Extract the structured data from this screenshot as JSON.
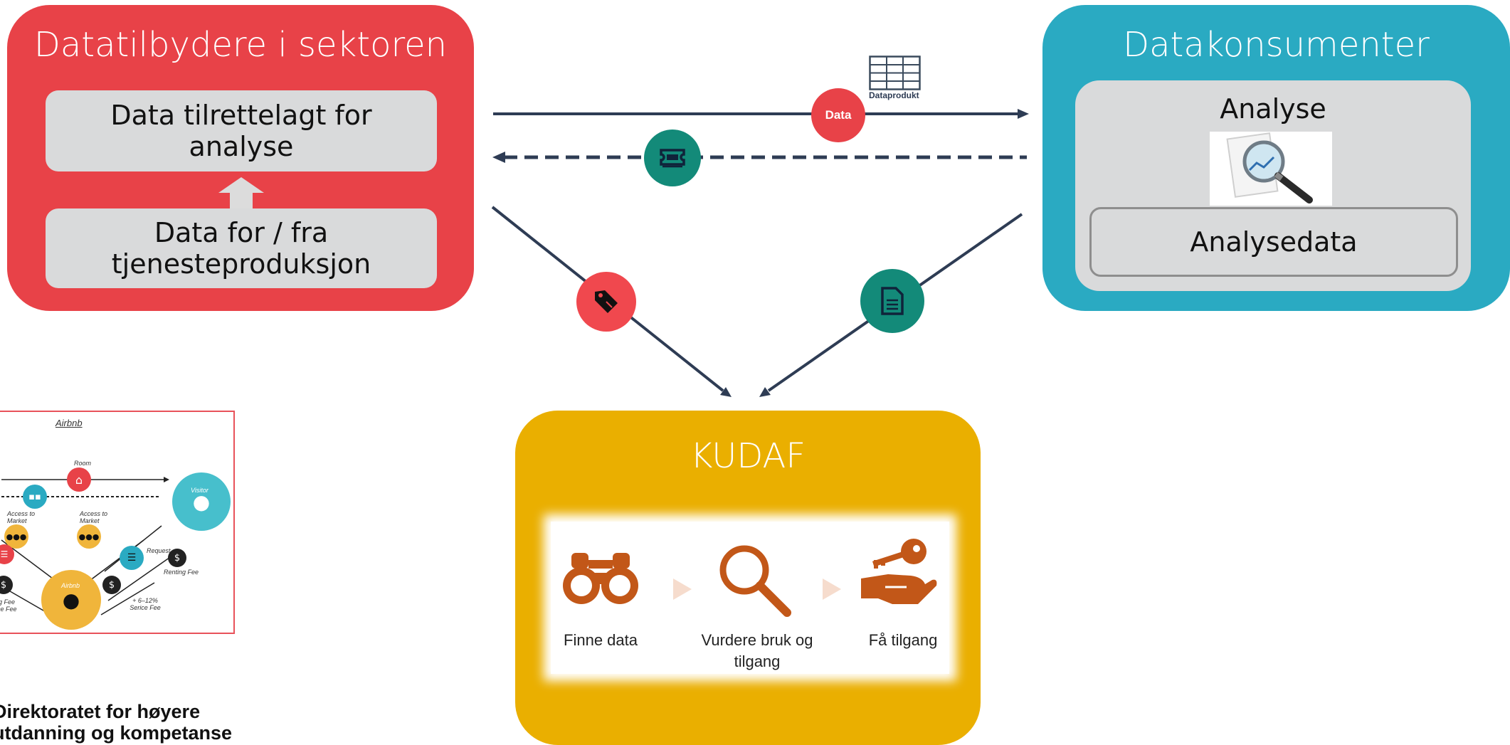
{
  "colors": {
    "red": "#e84248",
    "teal": "#2aaac2",
    "gold": "#eaaf00",
    "navy": "#2e3c54",
    "green": "#138a79",
    "orange": "#c25718"
  },
  "providers": {
    "title": "Datatilbydere i sektoren",
    "box_top": "Data tilrettelagt for analyse",
    "box_bottom": "Data for / fra tjenesteproduksjon"
  },
  "consumers": {
    "title": "Datakonsumenter",
    "analyse_label": "Analyse",
    "analysedata_label": "Analysedata"
  },
  "flows": {
    "data_badge": "Data",
    "dataprodukt_label": "Dataprodukt",
    "icons": [
      "table-icon",
      "ticket-icon",
      "price-tag-icon",
      "document-icon"
    ]
  },
  "kudaf": {
    "title": "KUDAF",
    "steps": [
      {
        "label": "Finne data",
        "icon": "binoculars-icon"
      },
      {
        "label": "Vurdere bruk og tilgang",
        "icon": "magnifier-icon"
      },
      {
        "label": "Få tilgang",
        "icon": "hand-key-icon"
      }
    ]
  },
  "airbnb": {
    "title": "Airbnb",
    "labels": [
      "Room",
      "Visitor",
      "Access to Market",
      "Access to Market",
      "Request",
      "Renting Fee",
      "Airbnb",
      "+ 6–12% Serice Fee",
      "g Fee",
      "ice Fee"
    ]
  },
  "footer": {
    "line1": "Direktoratet for høyere",
    "line2": "utdanning og kompetanse"
  }
}
